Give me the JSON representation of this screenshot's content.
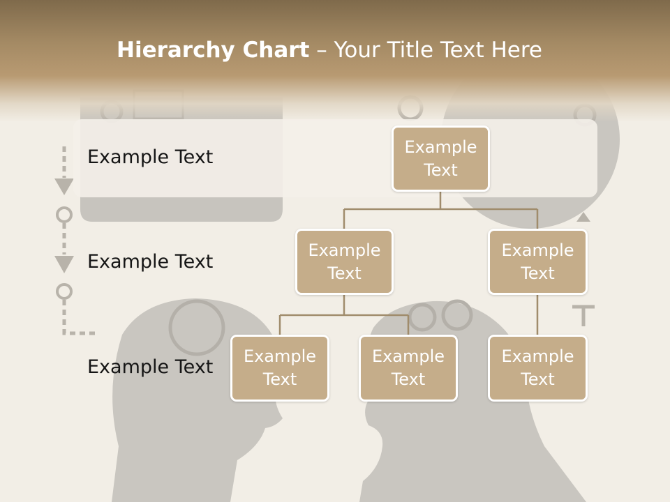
{
  "slide": {
    "title_bold": "Hierarchy Chart",
    "title_separator": " – ",
    "title_rest": "Your Title Text Here"
  },
  "rows": [
    {
      "label": "Example Text"
    },
    {
      "label": "Example Text"
    },
    {
      "label": "Example Text"
    }
  ],
  "nodes": {
    "top": {
      "text": "Example Text"
    },
    "level2_left": {
      "text": "Example Text"
    },
    "level2_right": {
      "text": "Example Text"
    },
    "level3_1": {
      "text": "Example Text"
    },
    "level3_2": {
      "text": "Example Text"
    },
    "level3_3": {
      "text": "Example Text"
    }
  },
  "colors": {
    "header": "#a48a64",
    "node_fill": "#c5ad8a",
    "node_border": "#ffffff",
    "connector": "#a08c6c",
    "background": "#f2eee6",
    "silhouette": "#c9c6c0"
  }
}
